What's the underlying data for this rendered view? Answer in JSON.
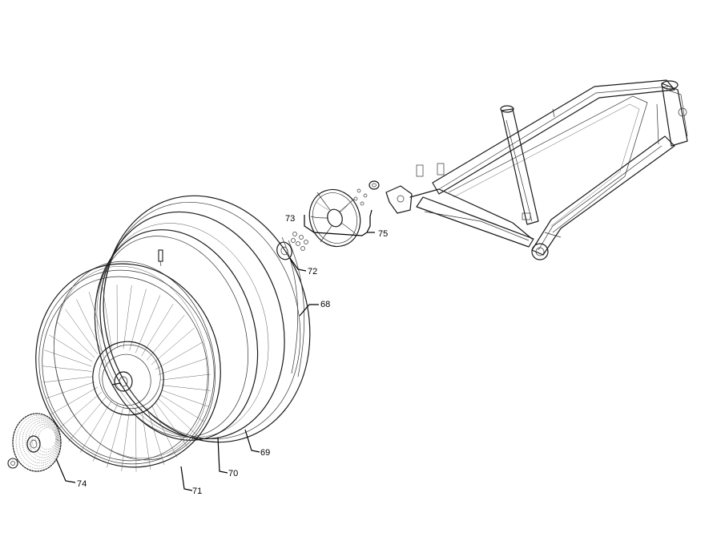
{
  "callouts": {
    "c68": "68",
    "c69": "69",
    "c70": "70",
    "c71": "71",
    "c72": "72",
    "c73": "73",
    "c74": "74",
    "c75": "75"
  }
}
